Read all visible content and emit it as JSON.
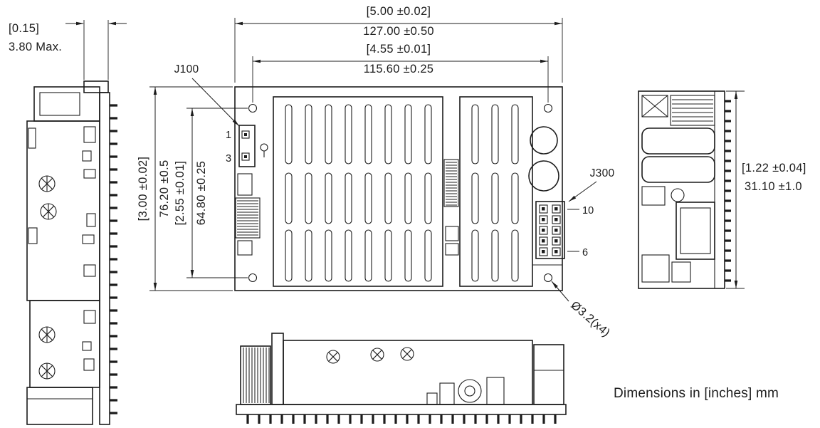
{
  "note": "Dimensions in [inches] mm",
  "dimensions": {
    "overall_width": {
      "in": "[5.00 ±0.02]",
      "mm": "127.00 ±0.50"
    },
    "mount_pitch_x": {
      "in": "[4.55 ±0.01]",
      "mm": "115.60 ±0.25"
    },
    "pin_protrusion": {
      "in": "[0.15]",
      "mm": "3.80  Max."
    },
    "overall_depth": {
      "in": "[3.00 ±0.02]",
      "mm": "76.20 ±0.5"
    },
    "mount_pitch_y": {
      "in": "[2.55 ±0.01]",
      "mm": "64.80 ±0.25"
    },
    "overall_height": {
      "in": "[1.22 ±0.04]",
      "mm": "31.10 ±1.0"
    },
    "mount_hole_diameter": "Ø3.2(x4)"
  },
  "connectors": {
    "j100": {
      "label": "J100",
      "pin_top": "1",
      "pin_bottom": "3"
    },
    "j300": {
      "label": "J300",
      "pin_top": "10",
      "pin_bottom": "6"
    }
  },
  "colors": {
    "line": "#1c1c1c",
    "background": "#ffffff"
  }
}
